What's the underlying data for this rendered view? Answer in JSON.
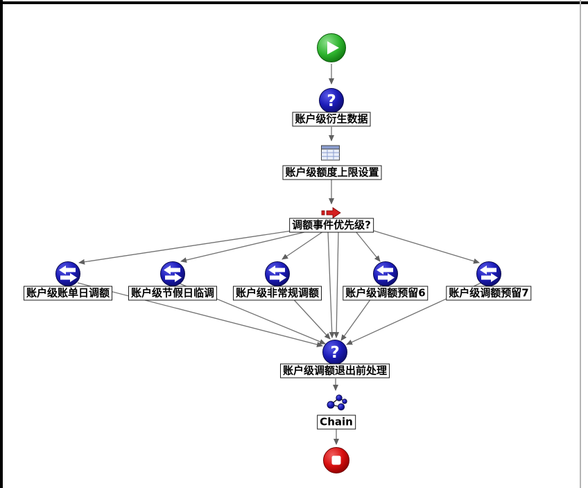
{
  "colors": {
    "node_blue": "#1c1cb8",
    "node_green": "#2db32d",
    "node_red": "#d80f0f",
    "connector_gray": "#707070",
    "label_border": "#1a1a1a",
    "label_background": "#ffffff"
  },
  "icons": {
    "question_mark": "?",
    "start": "play-icon",
    "derived_data": "question-icon",
    "limit_setting": "table-icon",
    "priority": "jump-arrow-icon",
    "branches": "sync-arrows-icon",
    "exit_pre": "question-icon",
    "chain": "molecule-icon",
    "stop": "stop-icon"
  },
  "diagram": {
    "nodes": {
      "derived_data": {
        "label": "账户级衍生数据"
      },
      "limit_setting": {
        "label": "账户级额度上限设置"
      },
      "priority": {
        "label": "调额事件优先级?"
      },
      "branch_billing_day": {
        "label": "账户级账单日调额"
      },
      "branch_holiday": {
        "label": "账户级节假日临调"
      },
      "branch_irregular": {
        "label": "账户级非常规调额"
      },
      "branch_reserved6": {
        "label": "账户级调额预留6"
      },
      "branch_reserved7": {
        "label": "账户级调额预留7"
      },
      "exit_pre": {
        "label": "账户级调额退出前处理"
      },
      "chain": {
        "label": "Chain"
      }
    }
  }
}
